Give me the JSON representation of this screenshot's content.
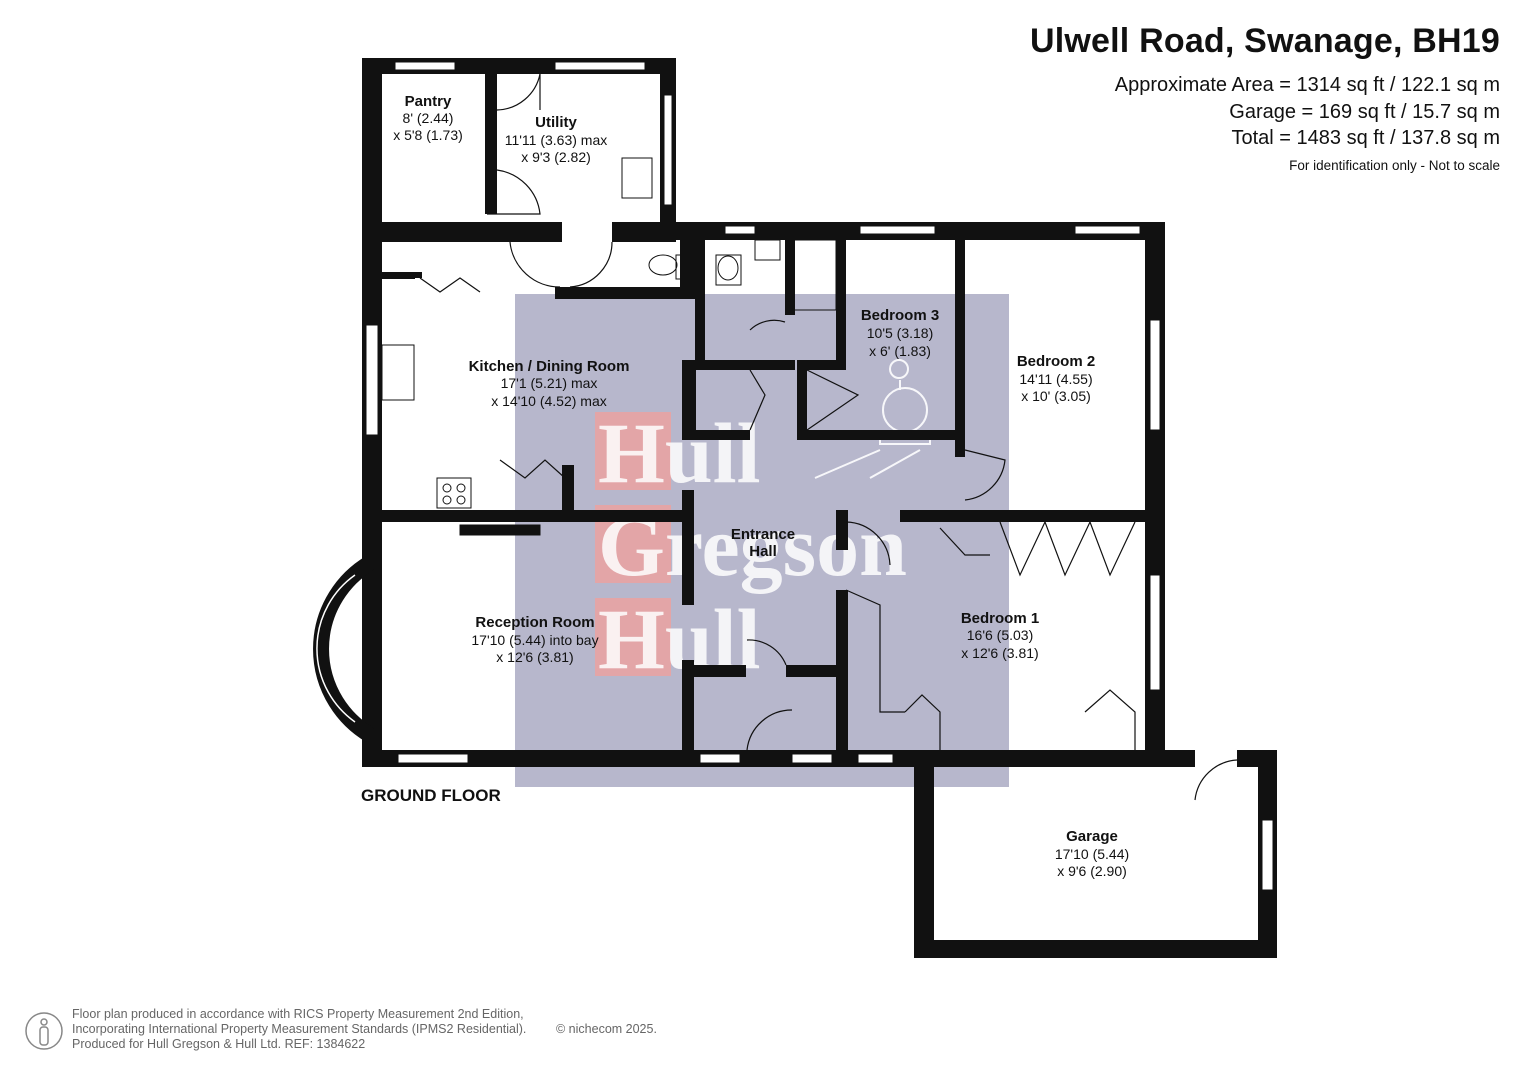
{
  "header": {
    "title": "Ulwell Road, Swanage, BH19",
    "approx_area": "Approximate Area = 1314 sq ft / 122.1 sq m",
    "garage_area": "Garage = 169 sq ft / 15.7 sq m",
    "total_area": "Total = 1483 sq ft / 137.8 sq m",
    "identification": "For identification only - Not to scale"
  },
  "floor_label": "GROUND FLOOR",
  "rooms": {
    "pantry": {
      "name": "Pantry",
      "dim1": "8' (2.44)",
      "dim2": "x 5'8 (1.73)"
    },
    "utility": {
      "name": "Utility",
      "dim1": "11'11 (3.63) max",
      "dim2": "x 9'3 (2.82)"
    },
    "kitchen": {
      "name": "Kitchen / Dining Room",
      "dim1": "17'1 (5.21) max",
      "dim2": "x 14'10 (4.52) max"
    },
    "bedroom3": {
      "name": "Bedroom 3",
      "dim1": "10'5 (3.18)",
      "dim2": "x 6' (1.83)"
    },
    "bedroom2": {
      "name": "Bedroom 2",
      "dim1": "14'11 (4.55)",
      "dim2": "x 10' (3.05)"
    },
    "hall": {
      "name1": "Entrance",
      "name2": "Hall"
    },
    "reception": {
      "name": "Reception Room",
      "dim1": "17'10 (5.44) into bay",
      "dim2": "x 12'6 (3.81)"
    },
    "bedroom1": {
      "name": "Bedroom 1",
      "dim1": "16'6 (5.03)",
      "dim2": "x 12'6 (3.81)"
    },
    "garage": {
      "name": "Garage",
      "dim1": "17'10 (5.44)",
      "dim2": "x 9'6 (2.90)"
    }
  },
  "watermark": {
    "line1": "Hull",
    "line2": "Gregson",
    "line3": "Hull"
  },
  "footer": {
    "line1": "Floor plan produced in accordance with RICS Property Measurement 2nd Edition,",
    "line2": "Incorporating International Property Measurement Standards (IPMS2 Residential).",
    "line3": "Produced for Hull Gregson & Hull Ltd.   REF: 1384622",
    "copyright": "© nichecom 2025."
  },
  "colors": {
    "wall": "#111111",
    "watermark_block": "#b7b7cc",
    "watermark_red": "#e8a3a3",
    "window": "#ffffff"
  }
}
